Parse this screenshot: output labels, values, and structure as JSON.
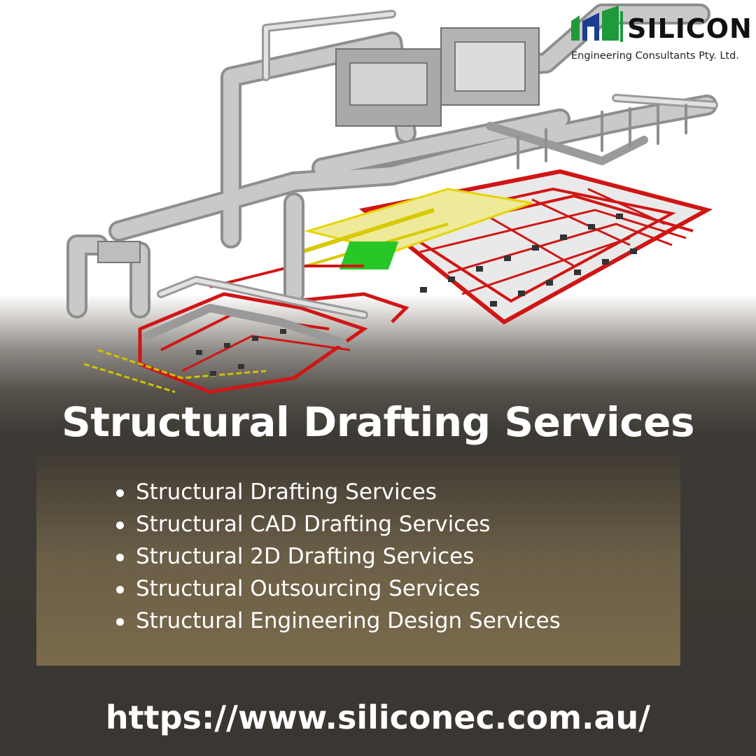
{
  "brand": {
    "name": "SILICON",
    "subtitle": "Engineering Consultants Pty. Ltd."
  },
  "headline": "Structural Drafting Services",
  "services": [
    "Structural Drafting Services",
    "Structural CAD Drafting Services",
    "Structural 2D Drafting Services",
    "Structural Outsourcing Services",
    "Structural Engineering Design Services"
  ],
  "url": "https://www.siliconec.com.au/",
  "colors": {
    "brand_green": "#1f9a3a",
    "brand_blue": "#1c3e8f",
    "pipe_red": "#e01818",
    "pipe_yellow": "#e6d400",
    "duct_gray": "#b7b7b7",
    "background_dark": "#3a3631",
    "panel_gold": "#7a6a4b"
  }
}
